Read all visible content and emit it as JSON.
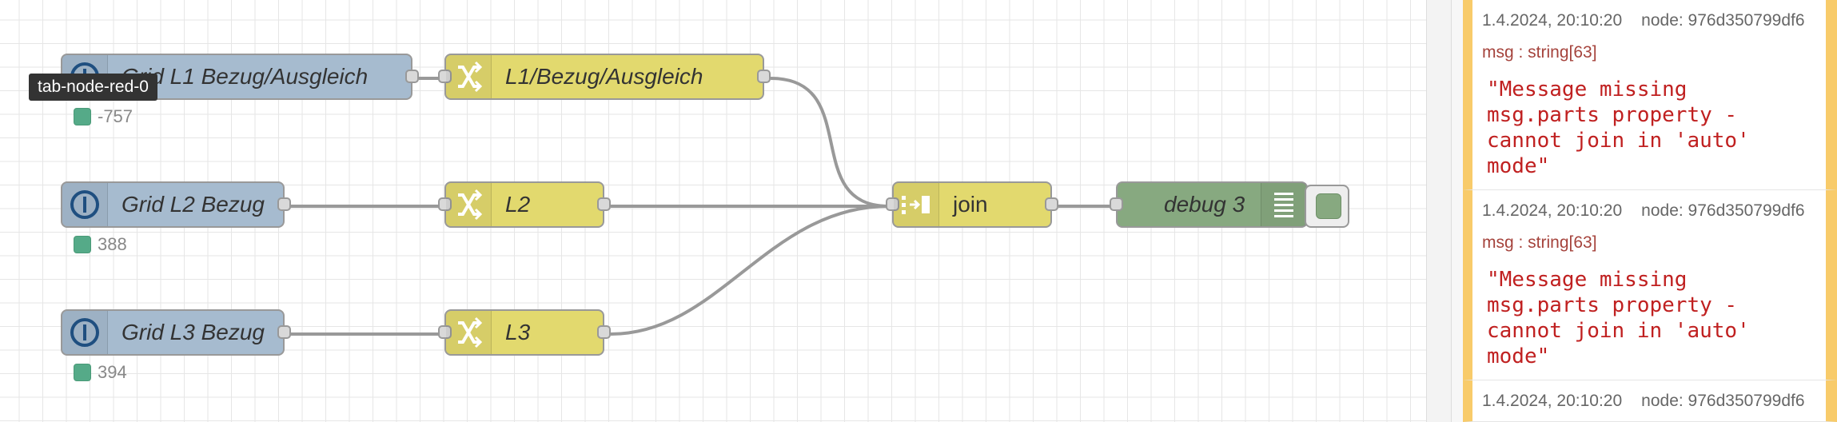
{
  "tooltip": {
    "text": "tab-node-red-0"
  },
  "nodes": {
    "grid_l1": {
      "label": "Grid L1 Bezug/Ausgleich",
      "status": "-757"
    },
    "grid_l2": {
      "label": "Grid L2 Bezug",
      "status": "388"
    },
    "grid_l3": {
      "label": "Grid L3 Bezug",
      "status": "394"
    },
    "change_l1": {
      "label": "L1/Bezug/Ausgleich"
    },
    "change_l2": {
      "label": "L2"
    },
    "change_l3": {
      "label": "L3"
    },
    "join": {
      "label": "join"
    },
    "debug": {
      "label": "debug 3"
    }
  },
  "colors": {
    "iobroker_node": "#a6bbcf",
    "change_node": "#e2d96e",
    "debug_node": "#87a980",
    "status_dot": "#55aa88",
    "debug_accent": "#f8cb6a",
    "payload_text": "#c02020"
  },
  "debug_messages": [
    {
      "timestamp": "1.4.2024, 20:10:20",
      "node": "node: 976d350799df6",
      "type": "msg : string[63]",
      "payload": "\"Message missing msg.parts property - cannot join in 'auto' mode\""
    },
    {
      "timestamp": "1.4.2024, 20:10:20",
      "node": "node: 976d350799df6",
      "type": "msg : string[63]",
      "payload": "\"Message missing msg.parts property - cannot join in 'auto' mode\""
    },
    {
      "timestamp": "1.4.2024, 20:10:20",
      "node": "node: 976d350799df6",
      "type": "",
      "payload": ""
    }
  ]
}
